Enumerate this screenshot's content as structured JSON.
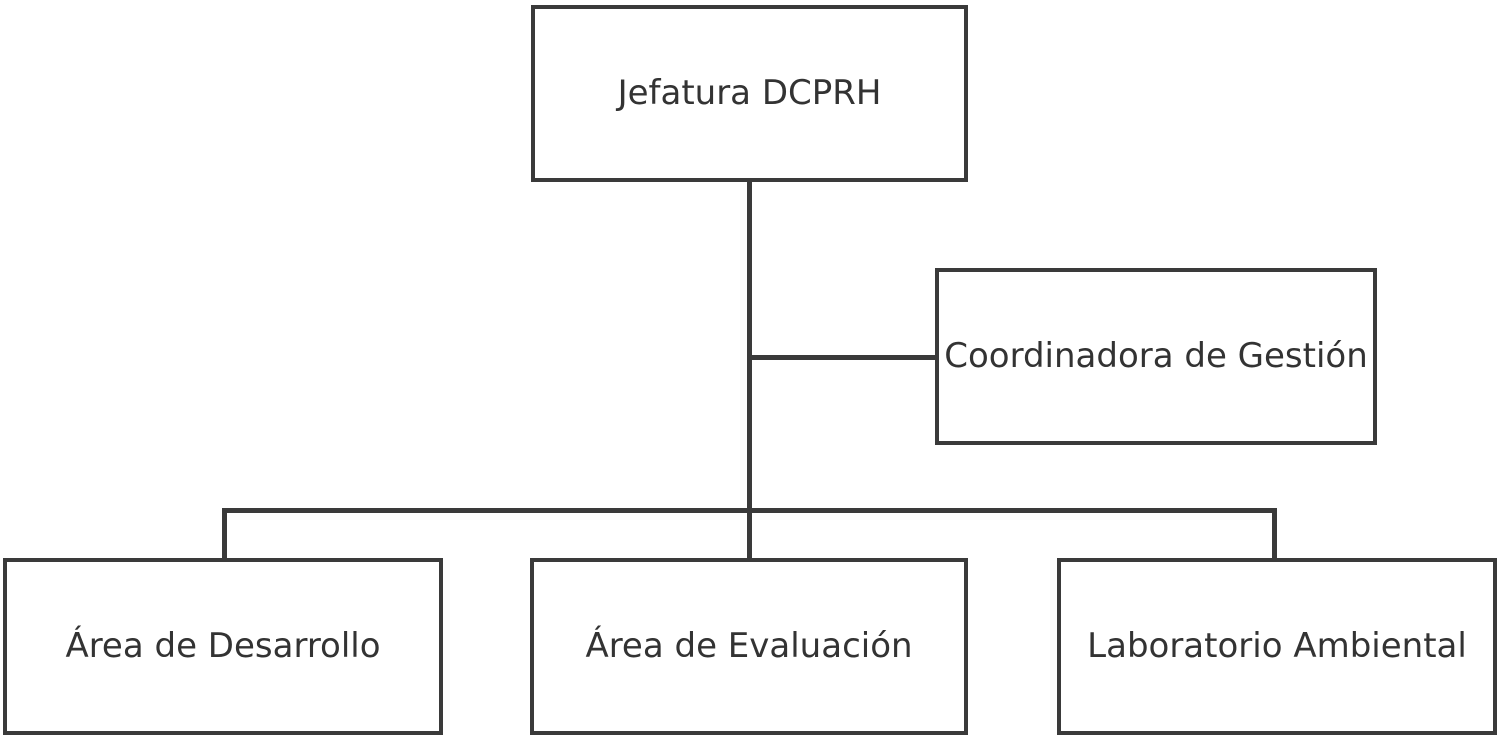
{
  "diagram": {
    "type": "org-chart",
    "background_color": "#ffffff",
    "line_color": "#3a3a3a",
    "text_color": "#333333",
    "node_fill_color": "#ffffff",
    "nodes": [
      {
        "id": "jefatura",
        "label": "Jefatura DCPRH"
      },
      {
        "id": "coordinadora",
        "label": "Coordinadora de Gestión"
      },
      {
        "id": "desarrollo",
        "label": "Área de Desarrollo"
      },
      {
        "id": "evaluacion",
        "label": "Área de Evaluación"
      },
      {
        "id": "laboratorio",
        "label": "Laboratorio Ambiental"
      }
    ],
    "edges": [
      {
        "from": "Jefatura DCPRH",
        "to": "Coordinadora de Gestión"
      },
      {
        "from": "Jefatura DCPRH",
        "to": "Área de Desarrollo"
      },
      {
        "from": "Jefatura DCPRH",
        "to": "Área de Evaluación"
      },
      {
        "from": "Jefatura DCPRH",
        "to": "Laboratorio Ambiental"
      }
    ]
  }
}
